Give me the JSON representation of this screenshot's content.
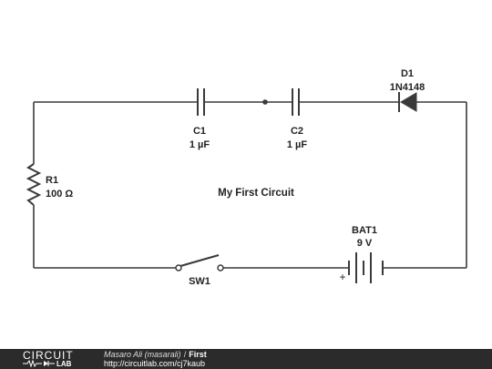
{
  "diagram": {
    "title": "My First Circuit",
    "components": {
      "c1": {
        "ref": "C1",
        "value": "1 µF"
      },
      "c2": {
        "ref": "C2",
        "value": "1 µF"
      },
      "d1": {
        "ref": "D1",
        "value": "1N4148"
      },
      "r1": {
        "ref": "R1",
        "value": "100 Ω"
      },
      "bat1": {
        "ref": "BAT1",
        "value": "9 V",
        "polarity": "+"
      },
      "sw1": {
        "ref": "SW1"
      }
    }
  },
  "footer": {
    "logo_top": "CIRCUIT",
    "logo_bottom": "LAB",
    "author": "Masaro Ali (masarali)",
    "separator": "/",
    "circuit_title": "First",
    "url": "http://circuitlab.com/cj7kaub"
  },
  "colors": {
    "wire": "#3a3a3a",
    "footer_bg": "#2b2b2b"
  }
}
